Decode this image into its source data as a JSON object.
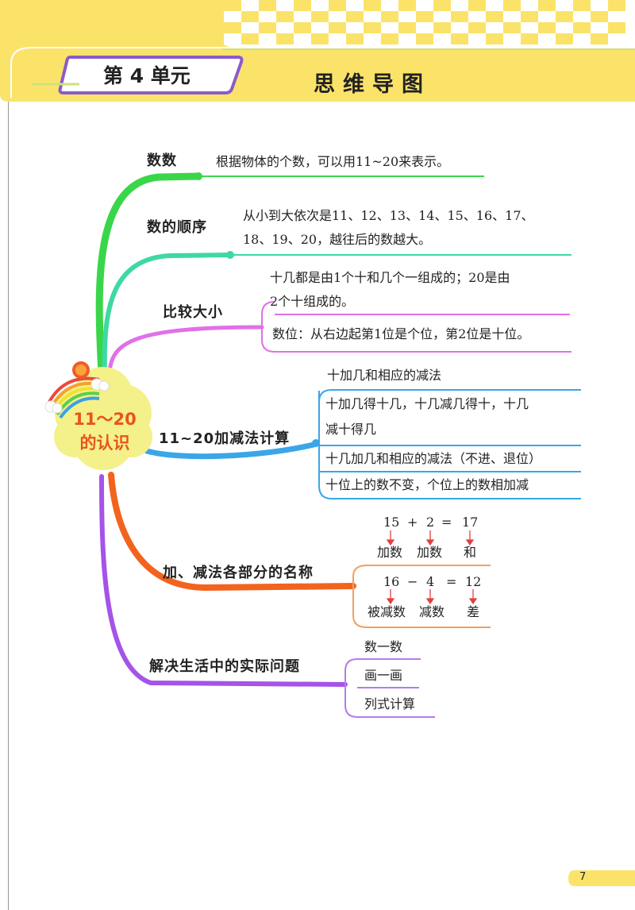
{
  "header": {
    "unit_label": "第 4 单元",
    "title": "思维导图"
  },
  "center": {
    "line1": "11～20",
    "line2": "的认识"
  },
  "branches": {
    "shushu": {
      "label": "数数",
      "desc": "根据物体的个数，可以用11~20来表示。"
    },
    "order": {
      "label": "数的顺序",
      "line1": "从小到大依次是11、12、13、14、15、16、17、",
      "line2": "18、19、20，越往后的数越大。"
    },
    "compare": {
      "label": "比较大小",
      "line1": "十几都是由1个十和几个一组成的；20是由",
      "line2": "2个十组成的。",
      "line3": "数位：从右边起第1位是个位，第2位是十位。"
    },
    "calc": {
      "label": "11~20加减法计算",
      "top": "十加几和相应的减法",
      "box1_line1": "十加几得十几，十几减几得十，十几",
      "box1_line2": "减十得几",
      "box2": "十几加几和相应的减法（不进、退位）",
      "box3": "十位上的数不变，个位上的数相加减"
    },
    "parts": {
      "label": "加、减法各部分的名称",
      "add": {
        "a": "15",
        "op": "+",
        "b": "2",
        "eq": "=",
        "c": "17",
        "la": "加数",
        "lb": "加数",
        "lc": "和"
      },
      "sub": {
        "a": "16",
        "op": "−",
        "b": "4",
        "eq": "=",
        "c": "12",
        "la": "被减数",
        "lb": "减数",
        "lc": "差"
      }
    },
    "solve": {
      "label": "解决生活中的实际问题",
      "items": [
        "数一数",
        "画一画",
        "列式计算"
      ]
    }
  },
  "page_number": "7"
}
